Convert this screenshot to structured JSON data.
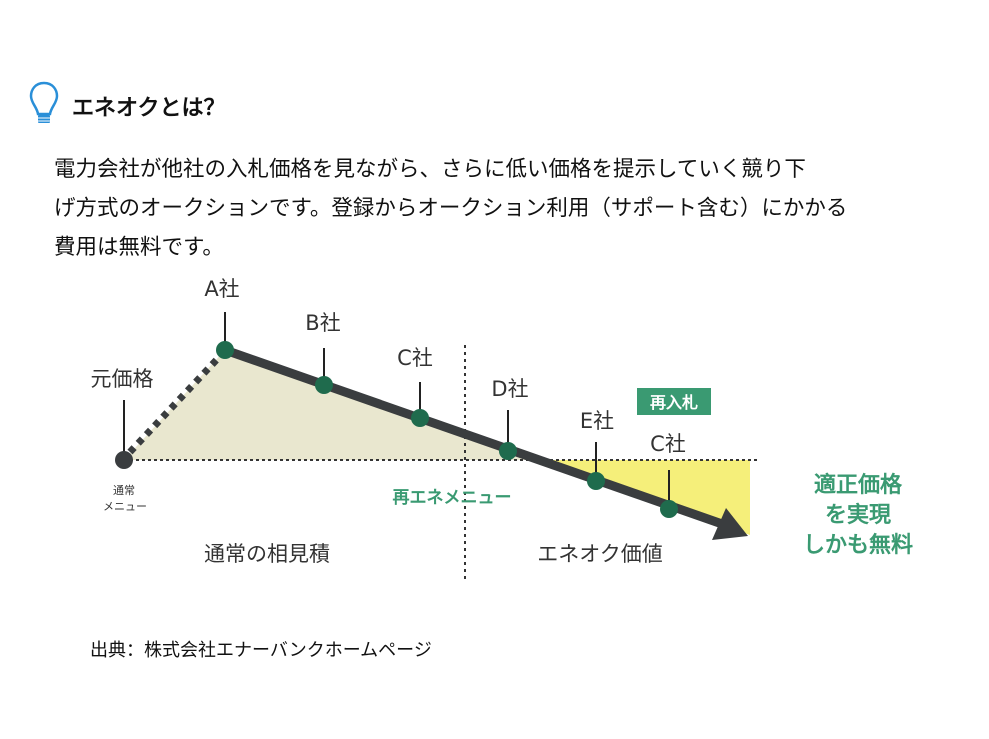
{
  "heading": {
    "icon": "lightbulb-icon",
    "title": "エネオクとは？"
  },
  "paragraph": [
    "電力会社が他社の入札価格を見ながら、さらに低い価格を提示していく競り下",
    "げ方式のオークションです。登録からオークション利用（サポート含む）にかかる",
    "費用は無料です。"
  ],
  "diagram": {
    "original_price": "元価格",
    "normal_menu": [
      "通常",
      "メニュー"
    ],
    "companies": [
      "A社",
      "B社",
      "C社",
      "D社",
      "E社",
      "C社"
    ],
    "rebid_badge": "再入札",
    "renewable_menu": "再エネメニュー",
    "section_left": "通常の相見積",
    "section_right": "エネオク価値",
    "callout": [
      "適正価格",
      "を実現",
      "しかも無料"
    ],
    "colors": {
      "line": "#3a3d3f",
      "dot": "#1f6b4d",
      "green": "#3a9a72",
      "beige": "#e9e7cf",
      "yellow": "#f5ef7a"
    }
  },
  "source": "出典：株式会社エナーバンクホームページ"
}
